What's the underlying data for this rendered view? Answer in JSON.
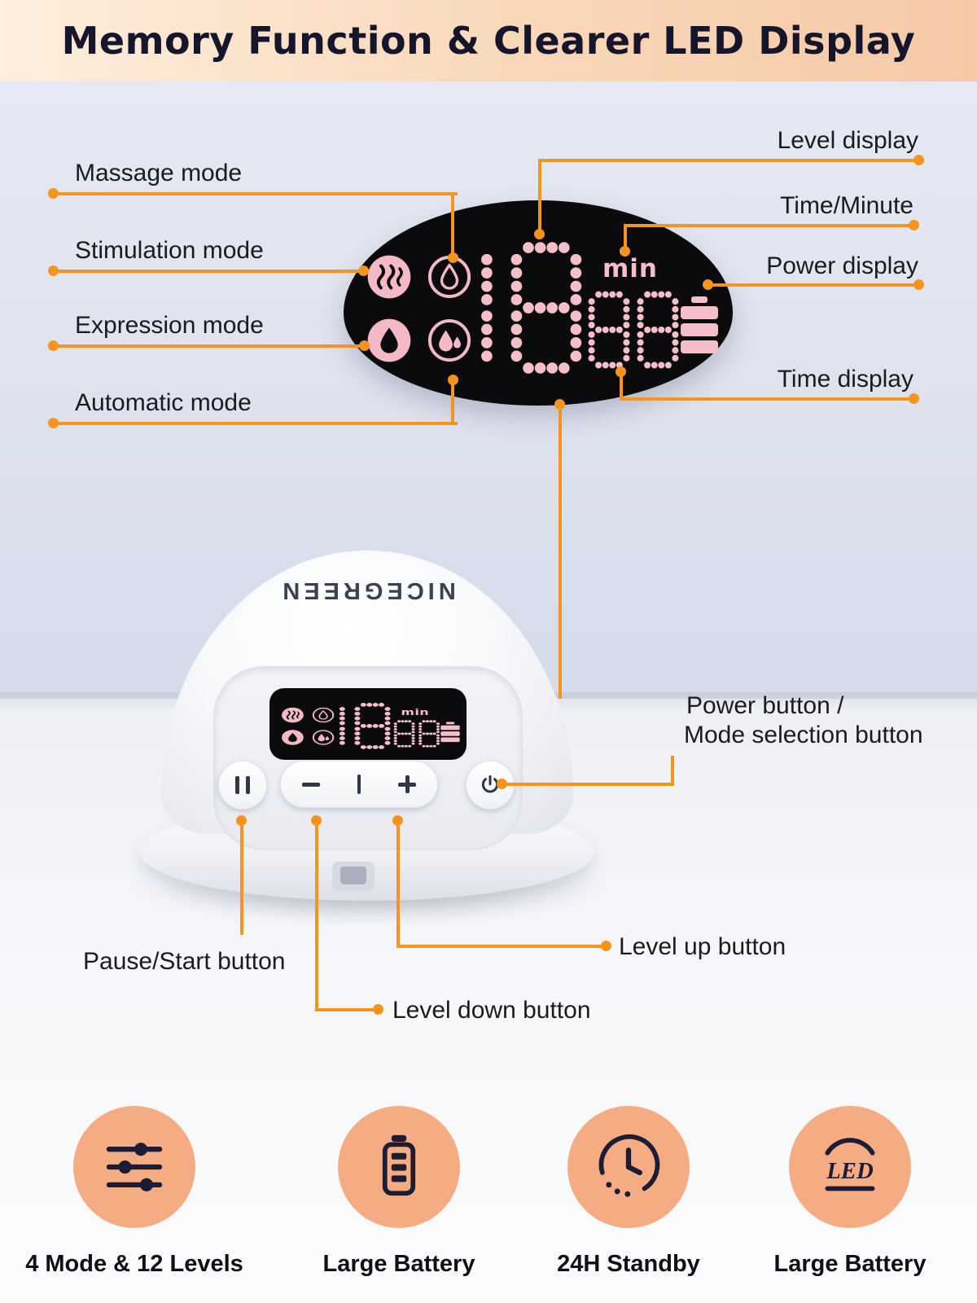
{
  "header": {
    "title": "Memory Function & Clearer LED Display"
  },
  "display": {
    "level": "18",
    "unit": "min",
    "time": "88"
  },
  "callouts": {
    "left": [
      {
        "label": "Massage mode"
      },
      {
        "label": "Stimulation mode"
      },
      {
        "label": "Expression mode"
      },
      {
        "label": "Automatic mode"
      }
    ],
    "right": [
      {
        "label": "Level display"
      },
      {
        "label": "Time/Minute"
      },
      {
        "label": "Power display"
      },
      {
        "label": "Time display"
      }
    ],
    "power_line1": "Power button /",
    "power_line2": "Mode selection button",
    "pause": "Pause/Start button",
    "level_up": "Level up button",
    "level_down": "Level down button"
  },
  "device": {
    "brand": "NICEGREEN"
  },
  "features": [
    {
      "icon": "sliders-icon",
      "label": "4 Mode & 12 Levels"
    },
    {
      "icon": "battery-icon",
      "label": "Large Battery"
    },
    {
      "icon": "clock-icon",
      "label": "24H Standby"
    },
    {
      "icon": "led-icon",
      "label": "Large Battery"
    }
  ],
  "colors": {
    "accent": "#F7941D",
    "led_pink": "#F5BFCA",
    "icon_pink": "#F3BAC6",
    "peach": "#F6AC83",
    "navy": "#1C1C34"
  }
}
